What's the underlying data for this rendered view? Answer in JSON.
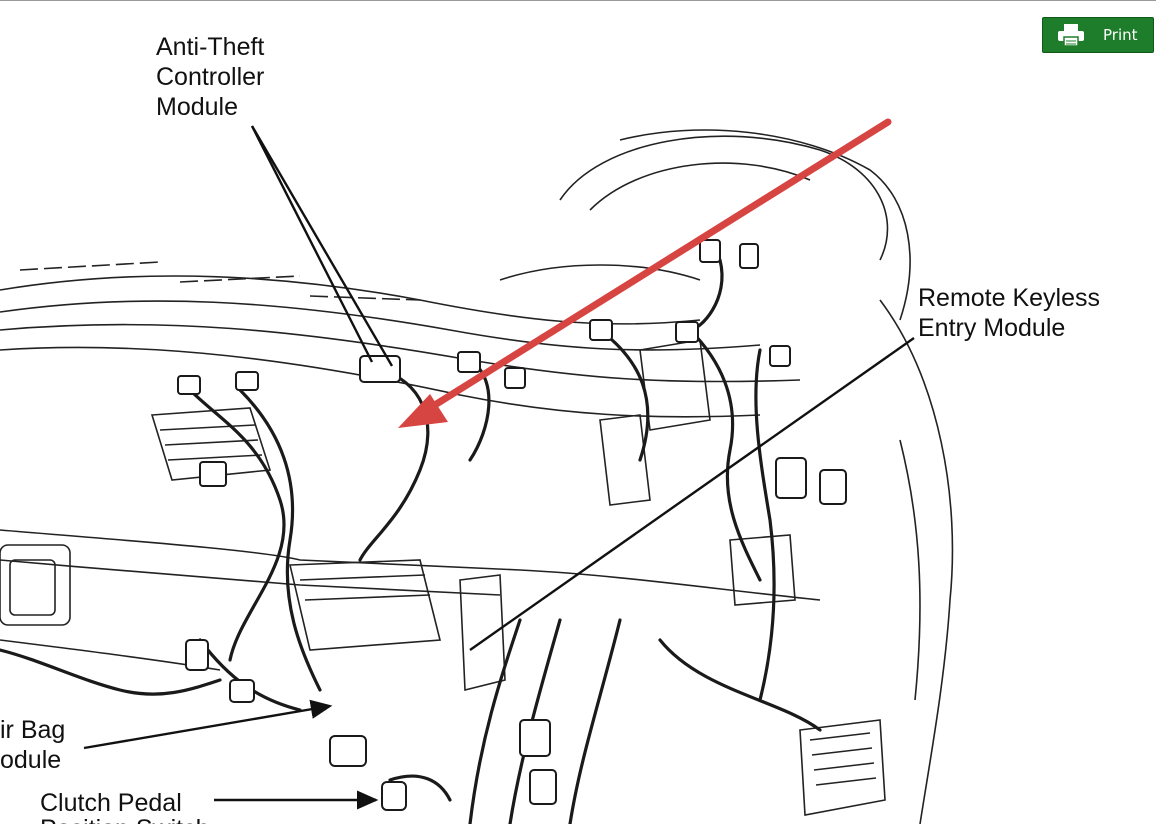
{
  "toolbar": {
    "print_label": "Print",
    "print_icon": "printer-icon",
    "accent_color": "#1e7d2a"
  },
  "diagram": {
    "labels": {
      "anti_theft": "Anti-Theft\nController\nModule",
      "remote_keyless": "Remote Keyless\nEntry Module",
      "air_bag": "ir Bag\nodule",
      "clutch_pedal": "Clutch Pedal",
      "clutch_cut": "Position Switch"
    },
    "annotation_arrow_color": "#d64541"
  }
}
